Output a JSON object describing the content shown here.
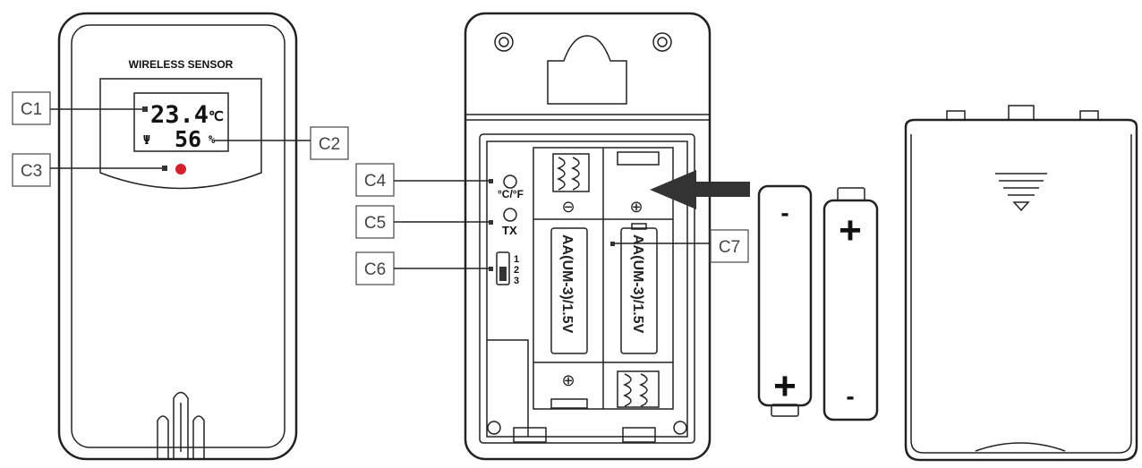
{
  "sensor": {
    "brand_label": "WIRELESS SENSOR",
    "temperature": "23.4",
    "temperature_unit": "℃",
    "humidity": "56",
    "humidity_unit": "%"
  },
  "callouts": {
    "c1": "C1",
    "c2": "C2",
    "c3": "C3",
    "c4": "C4",
    "c5": "C5",
    "c6": "C6",
    "c7": "C7"
  },
  "compartment": {
    "unit_switch_label": "°C/°F",
    "tx_label": "TX",
    "channel_labels": [
      "1",
      "2",
      "3"
    ],
    "battery_label_left": "AA(UM-3)/1.5V",
    "battery_label_right": "AA(UM-3)/1.5V",
    "polarity_minus": "⊖",
    "polarity_plus": "⊕"
  },
  "batteries": {
    "minus_sign": "-",
    "plus_sign": "+"
  },
  "colors": {
    "led_red": "#d81e2a",
    "line": "#222222",
    "arrow": "#333333"
  }
}
